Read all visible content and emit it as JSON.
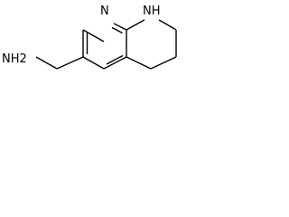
{
  "molecule": {
    "atoms": [
      {
        "id": "nh2",
        "label": "NH2"
      },
      {
        "id": "n_ring",
        "label": "N"
      },
      {
        "id": "nh_ring",
        "label": "NH"
      }
    ]
  }
}
